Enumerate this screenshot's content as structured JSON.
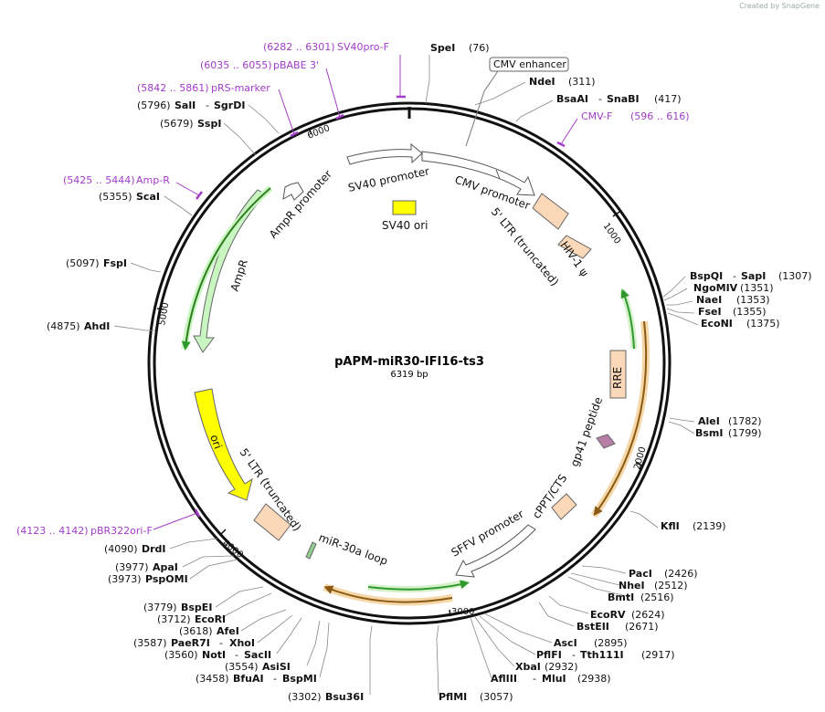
{
  "credit": "Created by SnapGene",
  "plasmid": {
    "name": "pAPM-miR30-IFI16-ts3",
    "length": "6319 bp"
  },
  "tick_labels": [
    "1000",
    "2000",
    "3000",
    "4000",
    "5000",
    "6000"
  ],
  "features": {
    "sv40_promoter": "SV40 promoter",
    "cmv_promoter": "CMV promoter",
    "sv40_ori": "SV40 ori",
    "ltr5_top": "5' LTR (truncated)",
    "hiv_psi": "HIV-1 ψ",
    "rre": "RRE",
    "gp41": "gp41 peptide",
    "cppt": "cPPT/CTS",
    "sffv": "SFFV promoter",
    "mir30": "miR-30a loop",
    "ltr5_bottom": "5' LTR (truncated)",
    "ori": "ori",
    "ampr": "AmpR",
    "ampr_promoter": "AmpR promoter",
    "cmv_enhancer": "CMV enhancer"
  },
  "primers": [
    {
      "id": "sv40pro",
      "pos": "(6282 .. 6301)",
      "name": "SV40pro-F"
    },
    {
      "id": "pbabe",
      "pos": "(6035 .. 6055)",
      "name": "pBABE 3'"
    },
    {
      "id": "prs",
      "pos": "(5842 .. 5861)",
      "name": "pRS-marker"
    },
    {
      "id": "ampr",
      "pos": "(5425 .. 5444)",
      "name": "Amp-R"
    },
    {
      "id": "cmvf",
      "pos": "(596 .. 616)",
      "name": "CMV-F"
    },
    {
      "id": "pbr",
      "pos": "(4123 .. 4142)",
      "name": "pBR322ori-F"
    }
  ],
  "sites": [
    {
      "id": "spei",
      "name": "SpeI",
      "pos": "(76)"
    },
    {
      "id": "ndei",
      "name": "NdeI",
      "pos": "(311)"
    },
    {
      "id": "bsaai",
      "name": "BsaAI",
      "name2": "SnaBI",
      "pos": "(417)"
    },
    {
      "id": "bspqi",
      "name": "BspQI",
      "name2": "SapI",
      "pos": "(1307)"
    },
    {
      "id": "ngomiv",
      "name": "NgoMIV",
      "pos": "(1351)"
    },
    {
      "id": "naei",
      "name": "NaeI",
      "pos": "(1353)"
    },
    {
      "id": "fsei",
      "name": "FseI",
      "pos": "(1355)"
    },
    {
      "id": "econi",
      "name": "EcoNI",
      "pos": "(1375)"
    },
    {
      "id": "alei",
      "name": "AleI",
      "pos": "(1782)"
    },
    {
      "id": "bsmi",
      "name": "BsmI",
      "pos": "(1799)"
    },
    {
      "id": "kfli",
      "name": "KflI",
      "pos": "(2139)"
    },
    {
      "id": "paci",
      "name": "PacI",
      "pos": "(2426)"
    },
    {
      "id": "nhei",
      "name": "NheI",
      "pos": "(2512)"
    },
    {
      "id": "bmti",
      "name": "BmtI",
      "pos": "(2516)"
    },
    {
      "id": "ecorv",
      "name": "EcoRV",
      "pos": "(2624)"
    },
    {
      "id": "bsteii",
      "name": "BstEII",
      "pos": "(2671)"
    },
    {
      "id": "asci",
      "name": "AscI",
      "pos": "(2895)"
    },
    {
      "id": "pflfi",
      "name": "PflFI",
      "name2": "Tth111I",
      "pos": "(2917)"
    },
    {
      "id": "xbai",
      "name": "XbaI",
      "pos": "(2932)"
    },
    {
      "id": "afliii",
      "name": "AflIII",
      "name2": "MluI",
      "pos": "(2938)"
    },
    {
      "id": "pflmi",
      "name": "PflMI",
      "pos": "(3057)"
    },
    {
      "id": "bsu36i",
      "name": "Bsu36I",
      "pos": "(3302)"
    },
    {
      "id": "bfuai",
      "name": "BfuAI",
      "name2": "BspMI",
      "pos": "(3458)"
    },
    {
      "id": "asisi",
      "name": "AsiSI",
      "pos": "(3554)"
    },
    {
      "id": "noti",
      "name": "NotI",
      "name2": "SacII",
      "pos": "(3560)"
    },
    {
      "id": "paer7i",
      "name": "PaeR7I",
      "name2": "XhoI",
      "pos": "(3587)"
    },
    {
      "id": "afei",
      "name": "AfeI",
      "pos": "(3618)"
    },
    {
      "id": "ecori",
      "name": "EcoRI",
      "pos": "(3712)"
    },
    {
      "id": "bspei",
      "name": "BspEI",
      "pos": "(3779)"
    },
    {
      "id": "pspomi",
      "name": "PspOMI",
      "pos": "(3973)"
    },
    {
      "id": "apai",
      "name": "ApaI",
      "pos": "(3977)"
    },
    {
      "id": "drdi",
      "name": "DrdI",
      "pos": "(4090)"
    },
    {
      "id": "ahdi",
      "name": "AhdI",
      "pos": "(4875)"
    },
    {
      "id": "fspi",
      "name": "FspI",
      "pos": "(5097)"
    },
    {
      "id": "scai",
      "name": "ScaI",
      "pos": "(5355)"
    },
    {
      "id": "sspi",
      "name": "SspI",
      "pos": "(5679)"
    },
    {
      "id": "sali",
      "name": "SalI",
      "name2": "SgrDI",
      "pos": "(5796)"
    }
  ],
  "colors": {
    "backbone": "#111111",
    "primer": "#a33cc9",
    "ampr": "#c8f5c0",
    "ori": "#ffff00",
    "ltr": "#fbd8b8",
    "promoter": "#ffffff",
    "gp41": "#b77fa6",
    "orf_line": "#2e9a2e",
    "orf_glow": "#f6d7a8"
  }
}
